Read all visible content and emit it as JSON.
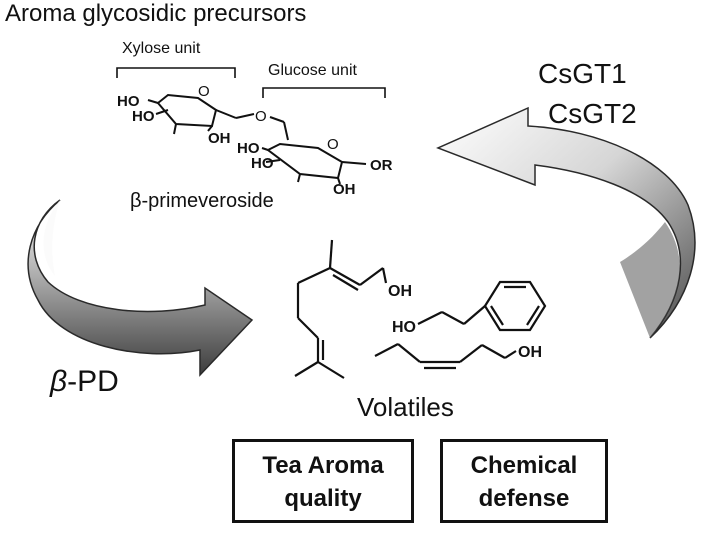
{
  "title": "Aroma glycosidic precursors",
  "xylose_label": "Xylose unit",
  "glucose_label": "Glucose unit",
  "compound_name": "β-primeveroside",
  "chem_labels": {
    "ho": "HO",
    "oh": "OH",
    "o": "O",
    "or": "OR"
  },
  "enzymes": {
    "gt1": "CsGT1",
    "gt2": "CsGT2"
  },
  "bpd": {
    "beta": "β",
    "rest": "-PD"
  },
  "volatiles": "Volatiles",
  "boxes": {
    "tea_line1": "Tea Aroma",
    "tea_line2": "quality",
    "def_line1": "Chemical",
    "def_line2": "defense"
  }
}
